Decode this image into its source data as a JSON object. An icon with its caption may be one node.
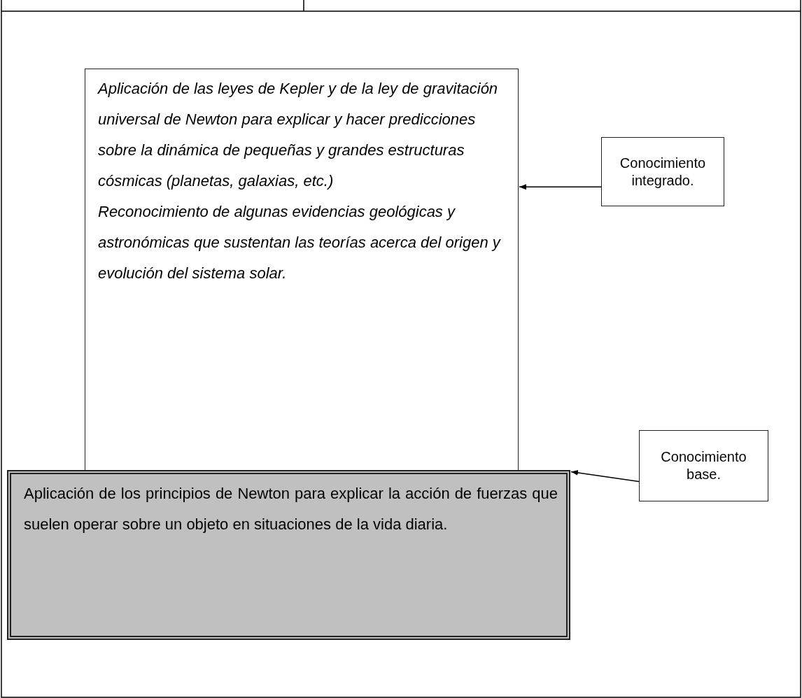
{
  "diagram": {
    "nodes": [
      {
        "text": [
          "Aplicación de las leyes de Kepler y de la ley de gravitación universal de Newton para explicar y hacer predicciones sobre la dinámica de pequeñas y grandes estructuras cósmicas (planetas, galaxias, etc.)",
          "Reconocimiento de algunas evidencias geológicas y astronómicas que sustentan las teorías acerca del origen y evolución del sistema solar."
        ]
      },
      {
        "text": [
          "Conocimiento integrado."
        ]
      },
      {
        "text": [
          "Aplicación de los principios de Newton para explicar la acción de fuerzas que suelen operar sobre un objeto en situaciones de la vida diaria."
        ]
      },
      {
        "text": [
          "Conocimiento base."
        ]
      }
    ],
    "edges": [
      {
        "from": 1,
        "to": 0,
        "arrow": "to"
      },
      {
        "from": 3,
        "to": 2,
        "arrow": "to"
      }
    ]
  }
}
